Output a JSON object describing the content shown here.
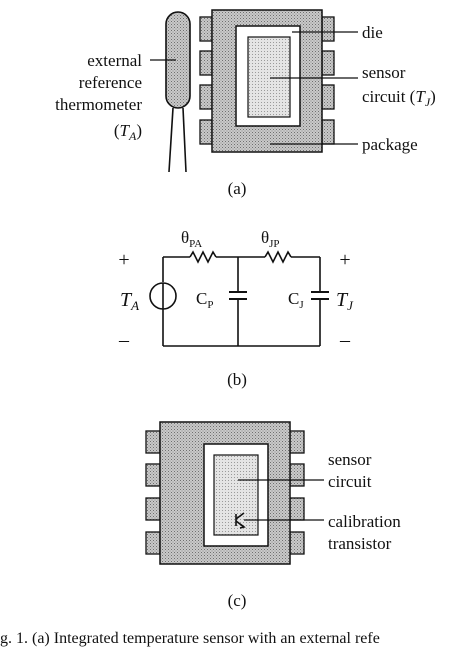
{
  "panel_a": {
    "thermometer_label": [
      "external",
      "reference",
      "thermometer"
    ],
    "thermometer_symbol": "T",
    "thermometer_subscript": "A",
    "die_label": "die",
    "sensor_label": [
      "sensor",
      "circuit"
    ],
    "sensor_symbol": "T",
    "sensor_subscript": "J",
    "package_label": "package",
    "caption": "(a)"
  },
  "panel_b": {
    "theta_pa": "θ",
    "theta_pa_sub": "PA",
    "theta_jp": "θ",
    "theta_jp_sub": "JP",
    "source_symbol": "T",
    "source_subscript": "A",
    "cp": "C",
    "cp_sub": "P",
    "cj": "C",
    "cj_sub": "J",
    "tj_symbol": "T",
    "tj_subscript": "J",
    "plus": "+",
    "minus": "–",
    "caption": "(b)"
  },
  "panel_c": {
    "sensor_label": [
      "sensor",
      "circuit"
    ],
    "calibration_label": [
      "calibration",
      "transistor"
    ],
    "caption": "(c)"
  },
  "footer_caption": "g. 1. (a) Integrated temperature sensor with an external refe"
}
